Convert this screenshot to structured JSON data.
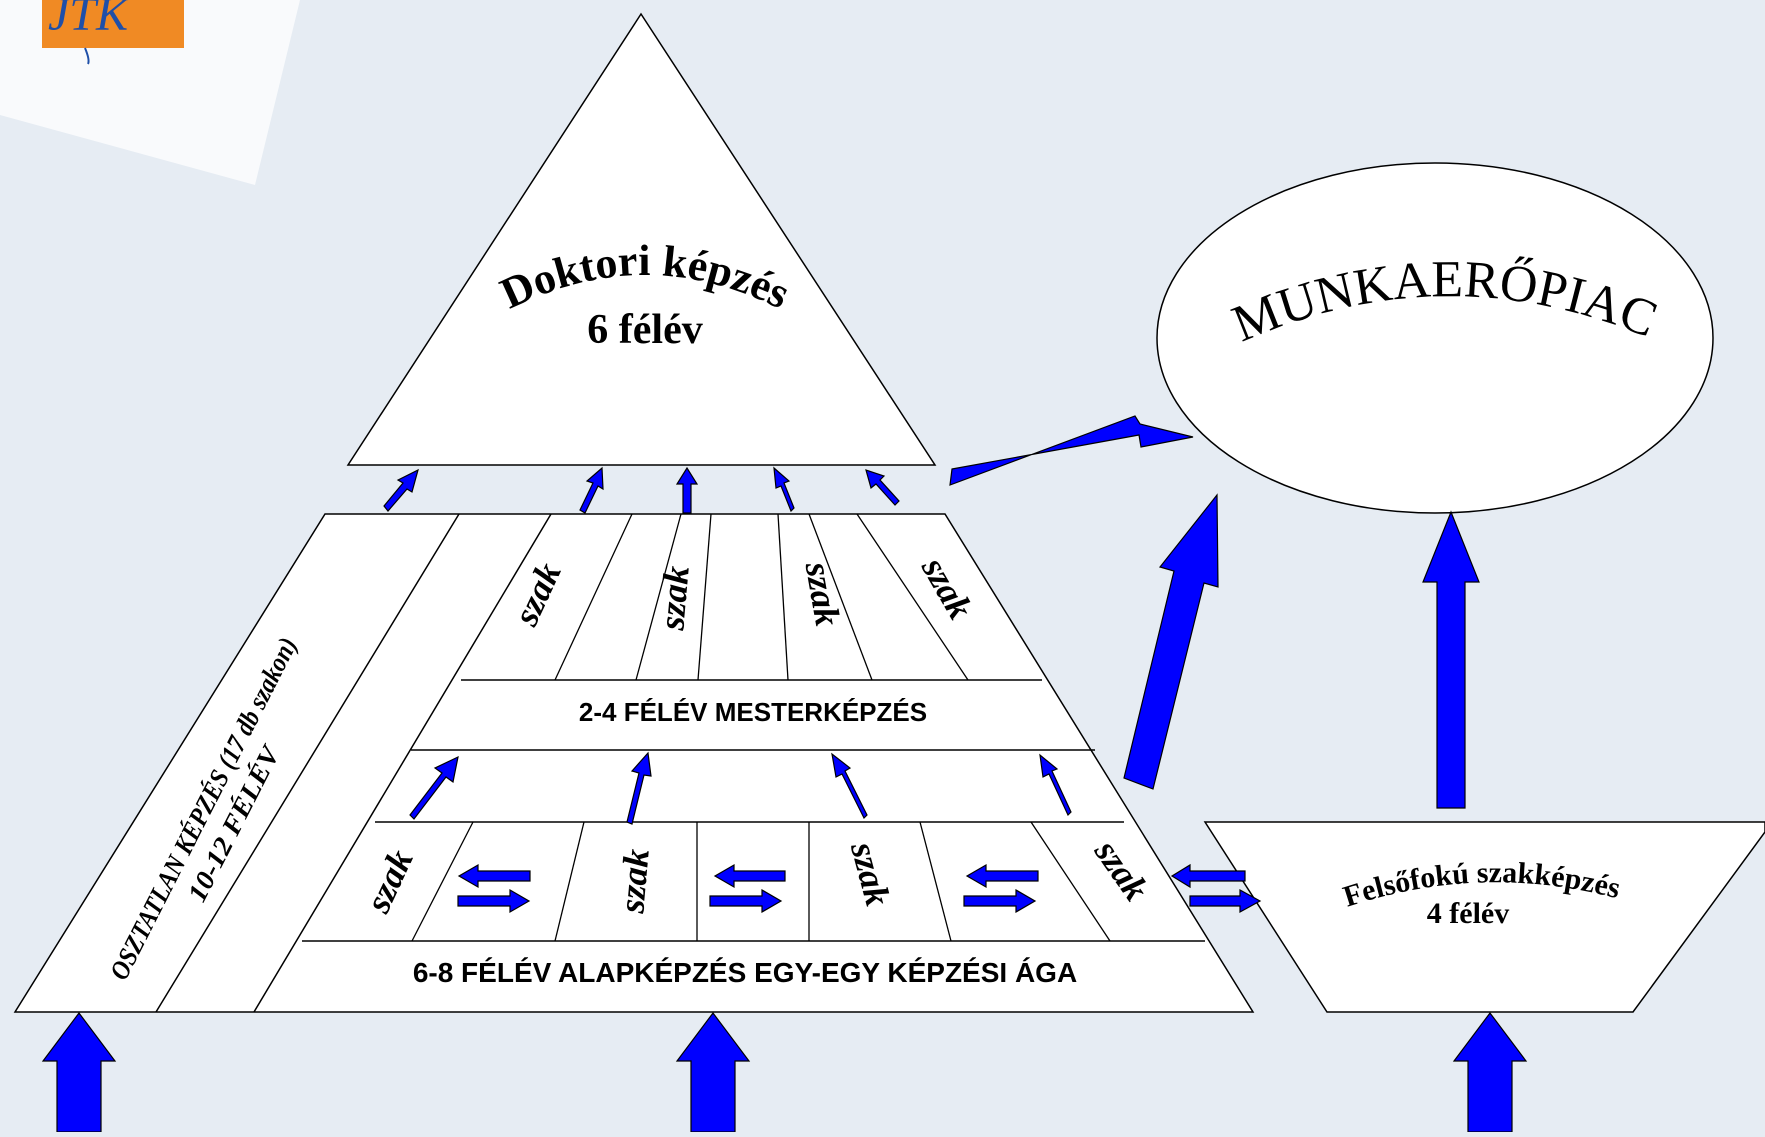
{
  "colors": {
    "background": "#e6ecf3",
    "background_band": "#d9e2ec",
    "shape_fill": "#ffffff",
    "outline": "#000000",
    "arrow": "#0000ff",
    "logo_orange": "#f08a24",
    "logo_blue": "#1f4fa8"
  },
  "logo": {
    "text": "JTK"
  },
  "doktori": {
    "title": "Doktori képzés",
    "duration": "6 félév"
  },
  "munkaeropiac": {
    "label": "MUNKAERŐPIAC"
  },
  "osztatlan": {
    "line1": "OSZTATLAN KÉPZÉS (17 db szakon)",
    "line2": "10-12 FÉLÉV"
  },
  "mesterkepzes": {
    "label": "2-4 FÉLÉV MESTERKÉPZÉS",
    "szak_labels": [
      "szak",
      "szak",
      "szak",
      "szak"
    ]
  },
  "alapkepzes": {
    "label": "6-8 FÉLÉV ALAPKÉPZÉS EGY-EGY KÉPZÉSI ÁGA",
    "szak_labels": [
      "szak",
      "szak",
      "szak",
      "szak"
    ]
  },
  "felsofoku": {
    "title": "Felsőfokú szakképzés",
    "duration": "4 félév"
  }
}
